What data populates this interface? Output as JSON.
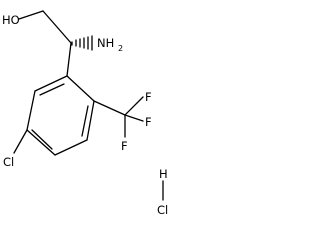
{
  "molecule": {
    "atoms": {
      "hydroxyl": "HO",
      "amine_symbol": "NH",
      "amine_subscript": "2",
      "fluorine_top": "F",
      "fluorine_middle": "F",
      "fluorine_bottom": "F",
      "ring_chlorine": "Cl",
      "salt_hydrogen": "H",
      "salt_chlorine": "Cl"
    },
    "bond_color": "#000000",
    "stereo_bond": "hashed-wedge"
  }
}
